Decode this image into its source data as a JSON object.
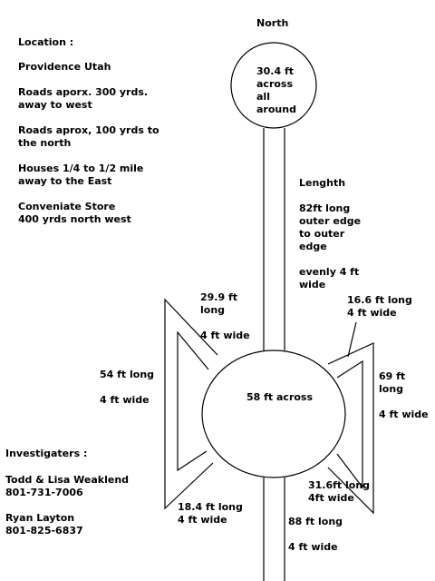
{
  "north_label": "North",
  "info": {
    "location_heading": "Location :",
    "lines": [
      [
        "Providence Utah"
      ],
      [
        "Roads aporx. 300 yrds.",
        "away to west"
      ],
      [
        "Roads aprox, 100 yrds to",
        "the north"
      ],
      [
        "Houses 1/4 to 1/2 mile",
        "away to the East"
      ],
      [
        "Conveniate Store",
        "400 yrds north west"
      ]
    ]
  },
  "investigators": {
    "heading": "Investigaters :",
    "names": [
      [
        "Todd & Lisa Weaklend",
        "801-731-7006"
      ],
      [
        "Ryan Layton",
        "801-825-6837"
      ]
    ]
  },
  "measurements": {
    "top_circle": [
      "30.4 ft",
      "across",
      "all",
      "around"
    ],
    "length": [
      "Lenghth",
      "",
      "82ft long",
      "outer edge",
      "to outer",
      "edge",
      "",
      "evenly 4 ft",
      "wide"
    ],
    "upper_left_arm": [
      "29.9 ft",
      "long",
      "",
      "4 ft wide"
    ],
    "upper_right_arm": [
      "16.6 ft long",
      "4 ft wide"
    ],
    "left_side": [
      "54 ft long",
      "",
      "4 ft wide"
    ],
    "center_circle": "58 ft across",
    "right_side": [
      "69 ft",
      "long",
      "",
      "4 ft wide"
    ],
    "lower_left_arm": [
      "18.4 ft long",
      "4 ft wide"
    ],
    "lower_right_arm": [
      "31.6ft long",
      "4ft wide"
    ],
    "bottom_path": [
      "88 ft long",
      "",
      "4 ft wide"
    ]
  },
  "colors": {
    "ink": "#000000",
    "background": "#ffffff"
  }
}
